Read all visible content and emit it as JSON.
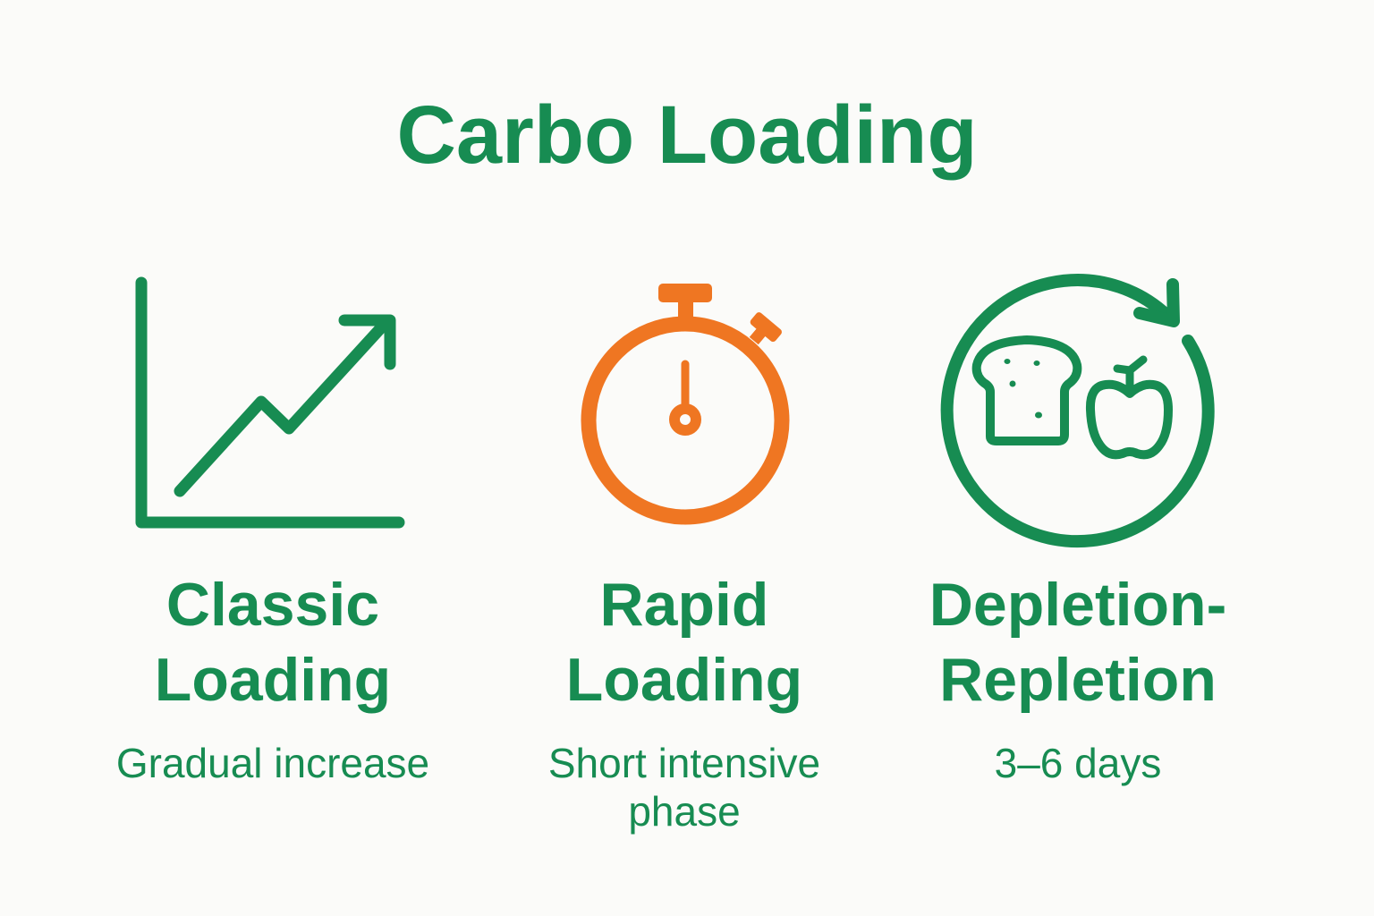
{
  "title": "Carbo Loading",
  "colors": {
    "primary_green": "#178C52",
    "accent_orange": "#EF7622",
    "background": "#FBFBF9"
  },
  "methods": [
    {
      "icon": "trending-up-chart-icon",
      "label_line1": "Classic",
      "label_line2": "Loading",
      "description_line1": "Gradual increase",
      "description_line2": ""
    },
    {
      "icon": "stopwatch-icon",
      "label_line1": "Rapid",
      "label_line2": "Loading",
      "description_line1": "Short intensive",
      "description_line2": "phase"
    },
    {
      "icon": "cycle-bread-apple-icon",
      "label_line1": "Depletion-",
      "label_line2": "Repletion",
      "description_line1": "3–6 days",
      "description_line2": ""
    }
  ]
}
